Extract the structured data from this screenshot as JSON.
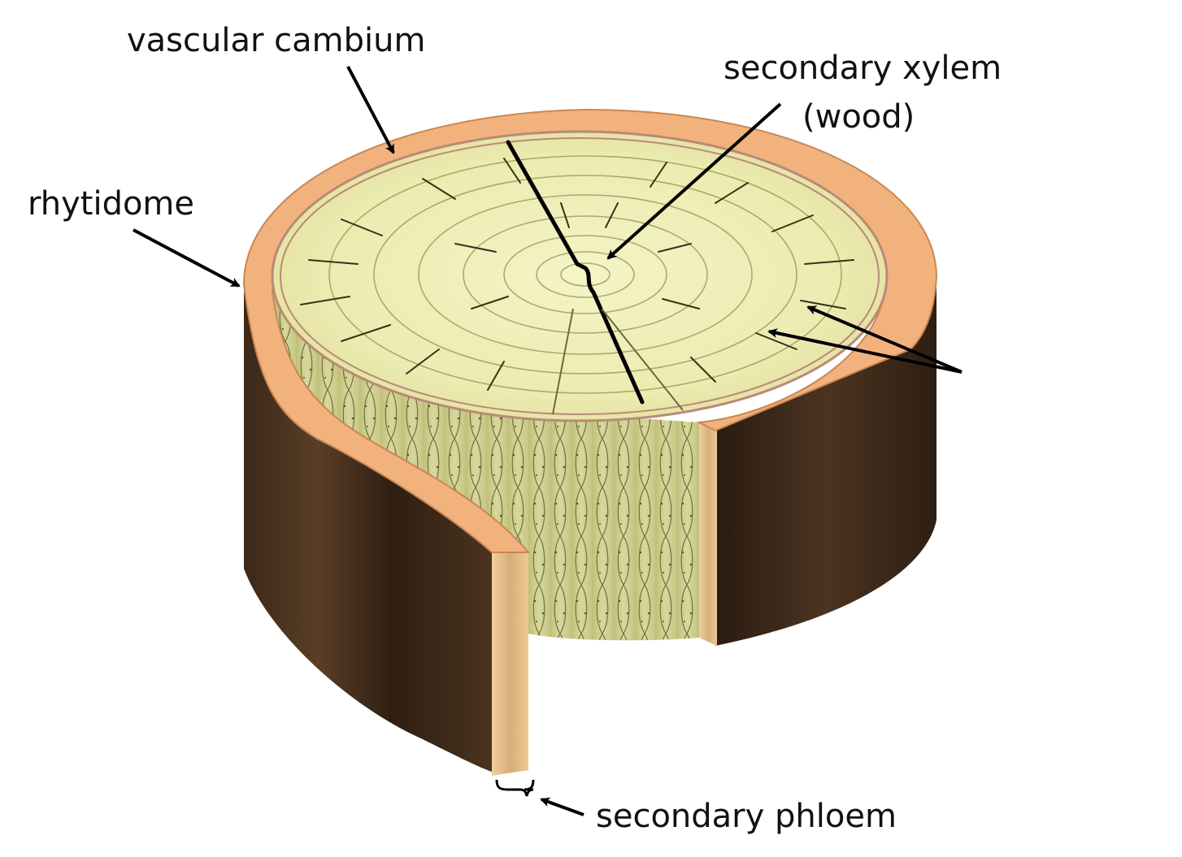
{
  "labels": {
    "vascular_cambium": "vascular cambium",
    "secondary_xylem": "secondary xylem",
    "secondary_xylem_note": "(wood)",
    "rhytidome": "rhytidome",
    "secondary_phloem": "secondary phloem"
  },
  "colors": {
    "bark_dark": "#2e1e12",
    "bark_mid": "#4a3320",
    "bark_orange": "#f2b27e",
    "bark_orange_edge": "#c98752",
    "wood_face": "#eff0b8",
    "wood_face_dark": "#d9d98a",
    "cambium_line": "#b88a78",
    "cell_green": "#c9c98a",
    "cut_wood": "#e4c08e",
    "annotation": "#000000"
  }
}
